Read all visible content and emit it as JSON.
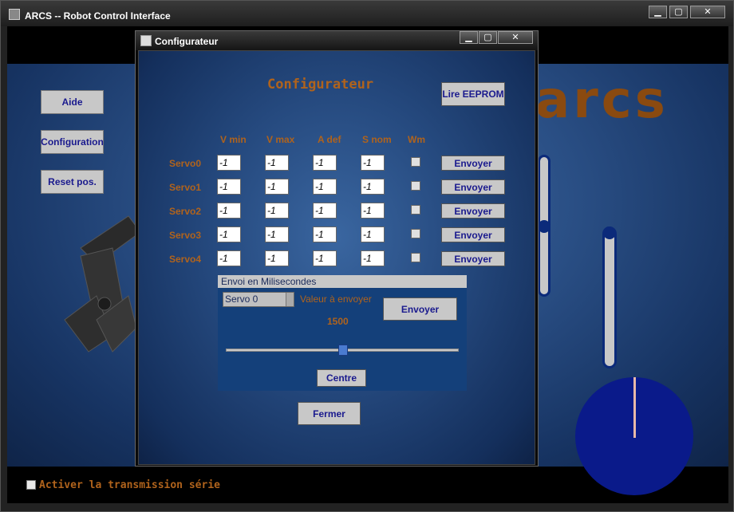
{
  "window": {
    "title": "ARCS -- Robot Control Interface",
    "minimize": "▁",
    "maximize": "▢",
    "close": "✕"
  },
  "sidebar": {
    "items": [
      {
        "label": "Aide"
      },
      {
        "label": "Configuration"
      },
      {
        "label": "Reset pos."
      }
    ]
  },
  "logo": {
    "text": "arcs"
  },
  "footer": {
    "checkbox_label": "Activer la transmission série",
    "checked": false
  },
  "dialog": {
    "title": "Configurateur",
    "heading": "Configurateur",
    "read_eeprom": "Lire EEPROM",
    "columns": [
      "V min",
      "V max",
      "A def",
      "S nom",
      "Wm"
    ],
    "rows": [
      {
        "label": "Servo0",
        "vmin": "-1",
        "vmax": "-1",
        "adef": "-1",
        "snom": "-1",
        "wm": false,
        "send": "Envoyer"
      },
      {
        "label": "Servo1",
        "vmin": "-1",
        "vmax": "-1",
        "adef": "-1",
        "snom": "-1",
        "wm": false,
        "send": "Envoyer"
      },
      {
        "label": "Servo2",
        "vmin": "-1",
        "vmax": "-1",
        "adef": "-1",
        "snom": "-1",
        "wm": false,
        "send": "Envoyer"
      },
      {
        "label": "Servo3",
        "vmin": "-1",
        "vmax": "-1",
        "adef": "-1",
        "snom": "-1",
        "wm": false,
        "send": "Envoyer"
      },
      {
        "label": "Servo4",
        "vmin": "-1",
        "vmax": "-1",
        "adef": "-1",
        "snom": "-1",
        "wm": false,
        "send": "Envoyer"
      }
    ],
    "panel": {
      "title": "Envoi en Milisecondes",
      "servo_select": "Servo 0",
      "value_label": "Valeur à envoyer",
      "value": "1500",
      "send": "Envoyer",
      "center": "Centre",
      "slider_fraction": 0.5
    },
    "close": "Fermer"
  },
  "colors": {
    "accent": "#b0631c",
    "button_text": "#1a1a8e",
    "background": "#25497e"
  }
}
